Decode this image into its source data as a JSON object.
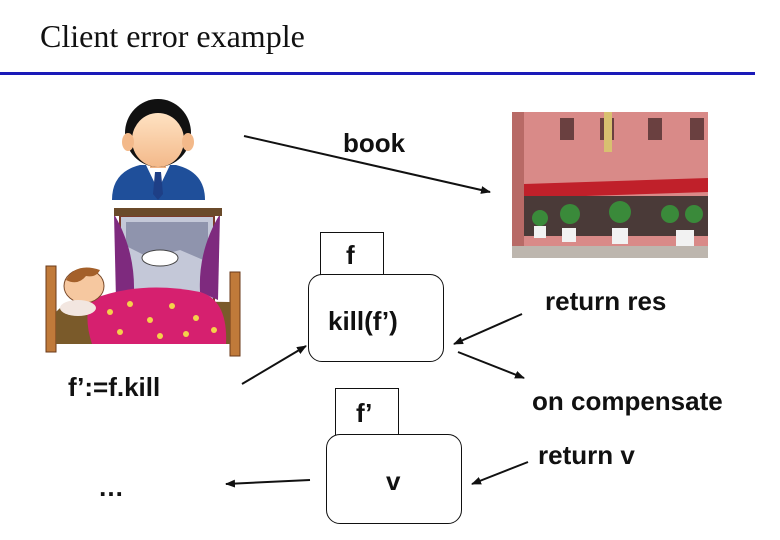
{
  "slide": {
    "title": "Client error example"
  },
  "diagram": {
    "book_label": "book",
    "f_label": "f",
    "kill_label": "kill(f’)",
    "return_res_label": "return res",
    "fprime_assign_label": "f’:=f.kill",
    "fprime_label": "f’",
    "on_compensate_label": "on compensate",
    "v_label": "v",
    "return_v_label": "return v",
    "ellipsis_label": "…"
  },
  "colors": {
    "accent_rule": "#1a1ab8",
    "suit": "#1f4f9a",
    "tie": "#1e3f86",
    "hotel_wall": "#d98a88",
    "awning": "#c0202a",
    "blanket": "#d6206f"
  }
}
